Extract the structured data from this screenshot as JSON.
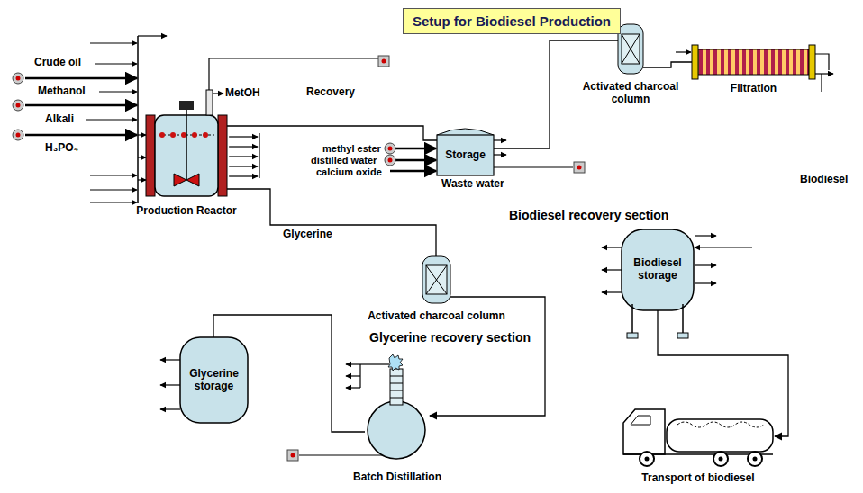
{
  "diagram": {
    "title": "Setup for Biodiesel Production",
    "nodes": [
      {
        "text": [
          "Production Reactor"
        ]
      },
      {
        "text": [
          "Storage"
        ]
      },
      {
        "text": [
          "Activated charcoal column"
        ]
      },
      {
        "text": [
          "Filtration"
        ]
      },
      {
        "text": [
          "Activated charcoal column"
        ]
      },
      {
        "text": [
          "Batch Distillation"
        ]
      },
      {
        "text": [
          "Glycerine storage"
        ]
      },
      {
        "text": [
          "Biodiesel storage"
        ]
      },
      {
        "text": [
          "Transport of biodiesel"
        ]
      }
    ],
    "edges": [
      {
        "from": 0,
        "to": 1,
        "arrow": "none"
      },
      {
        "from": 0,
        "to": 4,
        "label": "Glycerine",
        "arrow": "none"
      },
      {
        "from": 1,
        "to": 2,
        "arrow": "none"
      },
      {
        "from": 2,
        "to": 3,
        "arrow": "none"
      },
      {
        "from": 4,
        "to": 5,
        "arrow": "to"
      },
      {
        "from": 5,
        "to": 6,
        "arrow": "none"
      },
      {
        "from": 7,
        "to": 8,
        "arrow": "to"
      }
    ],
    "labels": [
      "Crude oil",
      "Methanol",
      "Alkali",
      "H₃PO₄",
      "MetOH",
      "Recovery",
      "methyl ester",
      "distilled water",
      "calcium oxide",
      "Waste water",
      "Biodiesel",
      "Biodiesel recovery section",
      "Glycerine recovery section"
    ]
  }
}
